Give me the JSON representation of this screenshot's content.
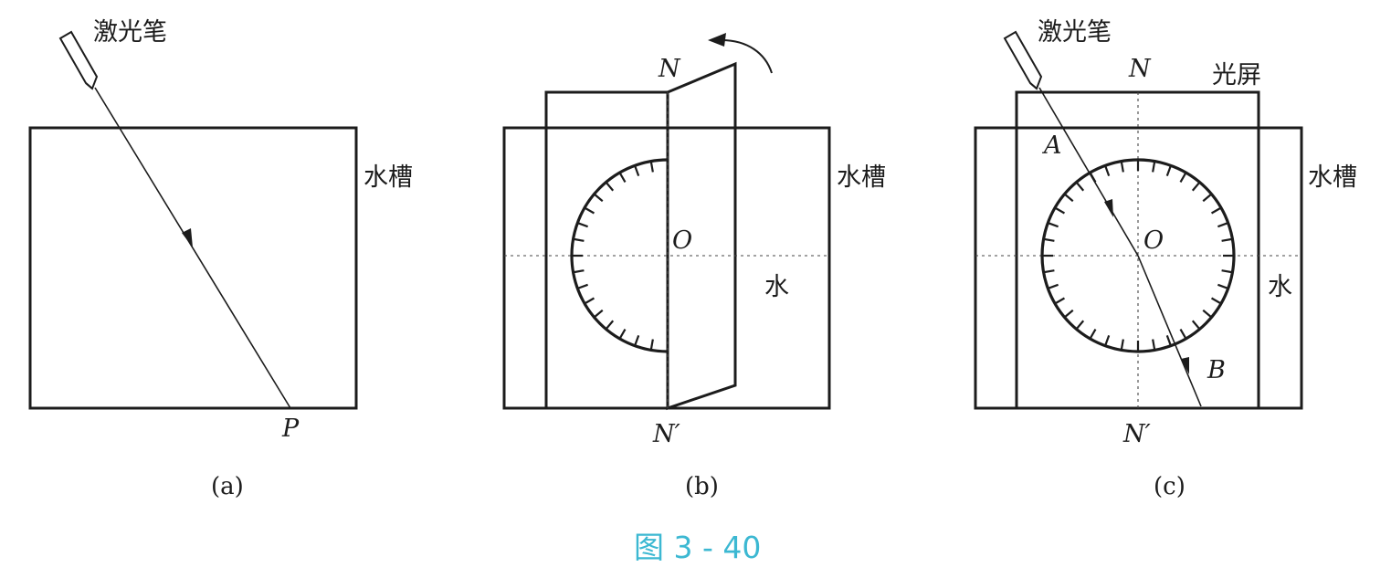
{
  "panel_a": {
    "pen_label": "激光笔",
    "tank_label": "水槽",
    "point_p": "P",
    "sub_label": "(a)"
  },
  "panel_b": {
    "point_n": "N",
    "point_o": "O",
    "point_n_prime": "N′",
    "tank_label": "水槽",
    "water_label": "水",
    "sub_label": "(b)"
  },
  "panel_c": {
    "pen_label": "激光笔",
    "point_n": "N",
    "screen_label": "光屏",
    "point_a": "A",
    "point_o": "O",
    "point_b": "B",
    "point_n_prime": "N′",
    "tank_label": "水槽",
    "water_label": "水",
    "sub_label": "(c)"
  },
  "caption": "图 3 - 40"
}
